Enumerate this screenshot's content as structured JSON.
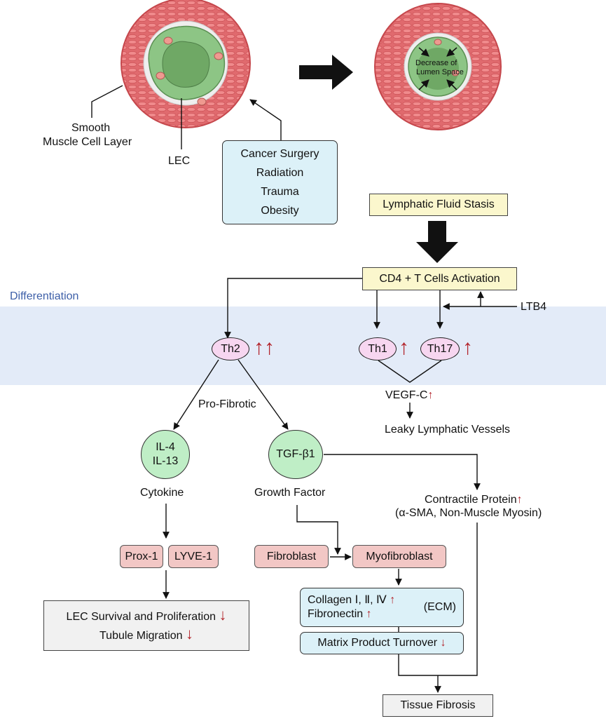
{
  "top": {
    "smc_label_line1": "Smooth",
    "smc_label_line2": "Muscle Cell Layer",
    "lec_label": "LEC",
    "lumen_line1": "Decrease of",
    "lumen_line2": "Lumen Space"
  },
  "causes": [
    "Cancer Surgery",
    "Radiation",
    "Trauma",
    "Obesity"
  ],
  "stasis": "Lymphatic Fluid Stasis",
  "activation": "CD4 + T Cells Activation",
  "differentiation": "Differentiation",
  "ltb4": "LTB4",
  "th2": "Th2",
  "th1": "Th1",
  "th17": "Th17",
  "vegf": "VEGF-C",
  "leaky": "Leaky Lymphatic Vessels",
  "profibrotic": "Pro-Fibrotic",
  "il_line1": "IL-4",
  "il_line2": "IL-13",
  "cytokine": "Cytokine",
  "tgf": "TGF-β1",
  "growth_factor": "Growth Factor",
  "contractile_line1": "Contractile Protein",
  "contractile_line2": "(α-SMA, Non-Muscle Myosin)",
  "prox": "Prox-1",
  "lyve": "LYVE-1",
  "fibroblast": "Fibroblast",
  "myofibroblast": "Myofibroblast",
  "lec_survival": "LEC Survival and Proliferation",
  "tubule": "Tubule Migration",
  "collagen": "Collagen Ⅰ, Ⅱ, Ⅳ",
  "fibronectin": "Fibronectin",
  "ecm": "(ECM)",
  "matrix": "Matrix Product Turnover",
  "fibrosis": "Tissue Fibrosis",
  "colors": {
    "band": "#e3ebf8",
    "ellipse": "#f7d6f0",
    "circle": "#bfeec6",
    "pink_box": "#f2c7c5",
    "blue_box": "#dcf1f8",
    "yellow_box": "#fbf7cd",
    "arrow_red": "#b3242b",
    "vessel_red": "#e06a6e",
    "lumen_green": "#6fa865"
  }
}
